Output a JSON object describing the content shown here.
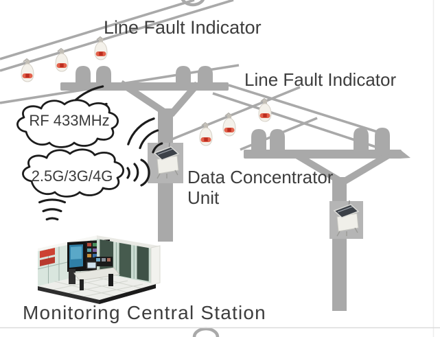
{
  "diagram": {
    "title_labels": {
      "line_fault_indicator_top": "Line Fault Indicator",
      "line_fault_indicator_right": "Line Fault Indicator",
      "data_concentrator_line1": "Data Concentrator",
      "data_concentrator_line2": "Unit",
      "monitoring_station": "Monitoring Central Station"
    },
    "link_labels": {
      "rf": "RF 433MHz",
      "cellular": "2.5G/3G/4G"
    },
    "counts": {
      "fault_indicators": 6,
      "poles": 2,
      "data_concentrator_units": 2
    },
    "colors": {
      "background": "#ffffff",
      "structure_gray": "#a9a9a9",
      "box_gray": "#b5b5b5",
      "text_color": "#3d3d3d",
      "cloud_outline": "#1c1c1c",
      "indicator_body": "#f4f1ea",
      "indicator_band": "#e2604a",
      "indicator_square": "#bb2d20"
    }
  }
}
